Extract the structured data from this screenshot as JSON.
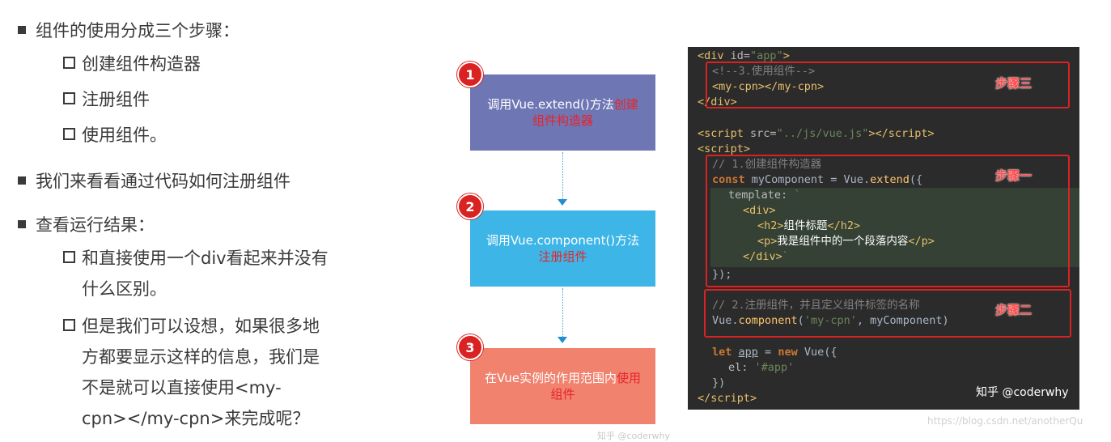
{
  "left": {
    "bullet1": "组件的使用分成三个步骤：",
    "sub1": [
      "创建组件构造器",
      "注册组件",
      "使用组件。"
    ],
    "bullet2": "我们来看看通过代码如何注册组件",
    "bullet3": "查看运行结果：",
    "sub3a": [
      "和直接使用一个div看起来并没有",
      "什么区别。"
    ],
    "sub3b": [
      "但是我们可以设想，如果很多地",
      "方都要显示这样的信息，我们是",
      "不是就可以直接使用<my-",
      "cpn></my-cpn>来完成呢？"
    ]
  },
  "flow": {
    "steps": [
      {
        "num": "1",
        "text": "调用Vue.extend()方法",
        "hl1": "创建",
        "hl2": "组件构造器",
        "color": "#6e76b4"
      },
      {
        "num": "2",
        "text": "调用Vue.component()方法",
        "hl2": "注册组件",
        "color": "#3db5e6"
      },
      {
        "num": "3",
        "text": "在Vue实例的作用范围内",
        "hl1": "使用",
        "hl2": "组件",
        "color": "#f0826e"
      }
    ],
    "watermark": "知乎 @coderwhy"
  },
  "code": {
    "labels": {
      "step3": "步骤三",
      "step1": "步骤一",
      "step2": "步骤二"
    },
    "watermark": "知乎 @coderwhy"
  },
  "footer": {
    "url": "https://blog.csdn.net/anotherQu"
  }
}
